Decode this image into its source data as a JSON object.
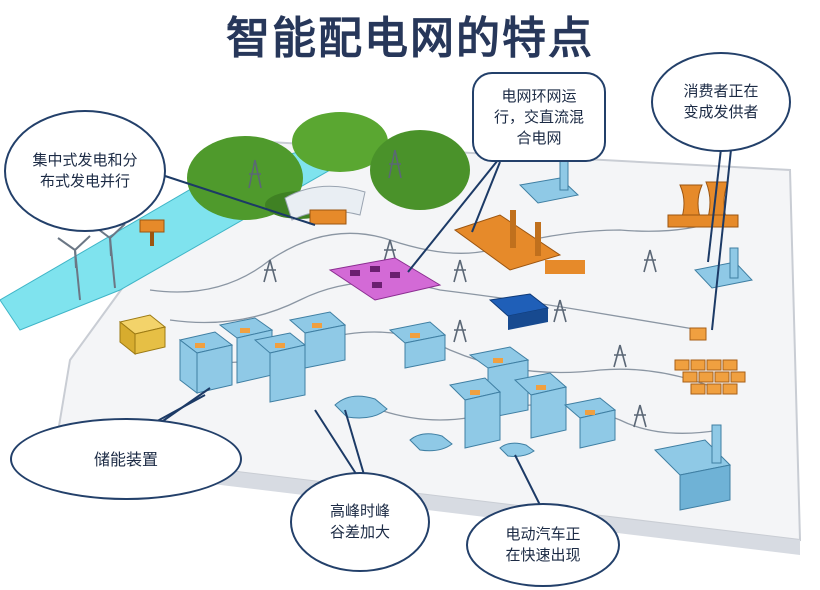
{
  "title": "智能配电网的特点",
  "callouts": {
    "generation": "集中式发电和分布式发电并行",
    "grid": "电网环网运行，交直流混合电网",
    "prosumer": "消费者正在变成发供者",
    "storage": "储能装置",
    "peak": "高峰时峰谷差加大",
    "ev": "电动汽车正在快速出现"
  },
  "colors": {
    "platform": "#f4f5f7",
    "water": "#7fe3ee",
    "hill": "#4f9a2c",
    "building": "#8fc9e6",
    "orange": "#e68a2a",
    "substation": "#d36ad6",
    "container": "#1f5fb8",
    "line": "#1c3a66"
  }
}
